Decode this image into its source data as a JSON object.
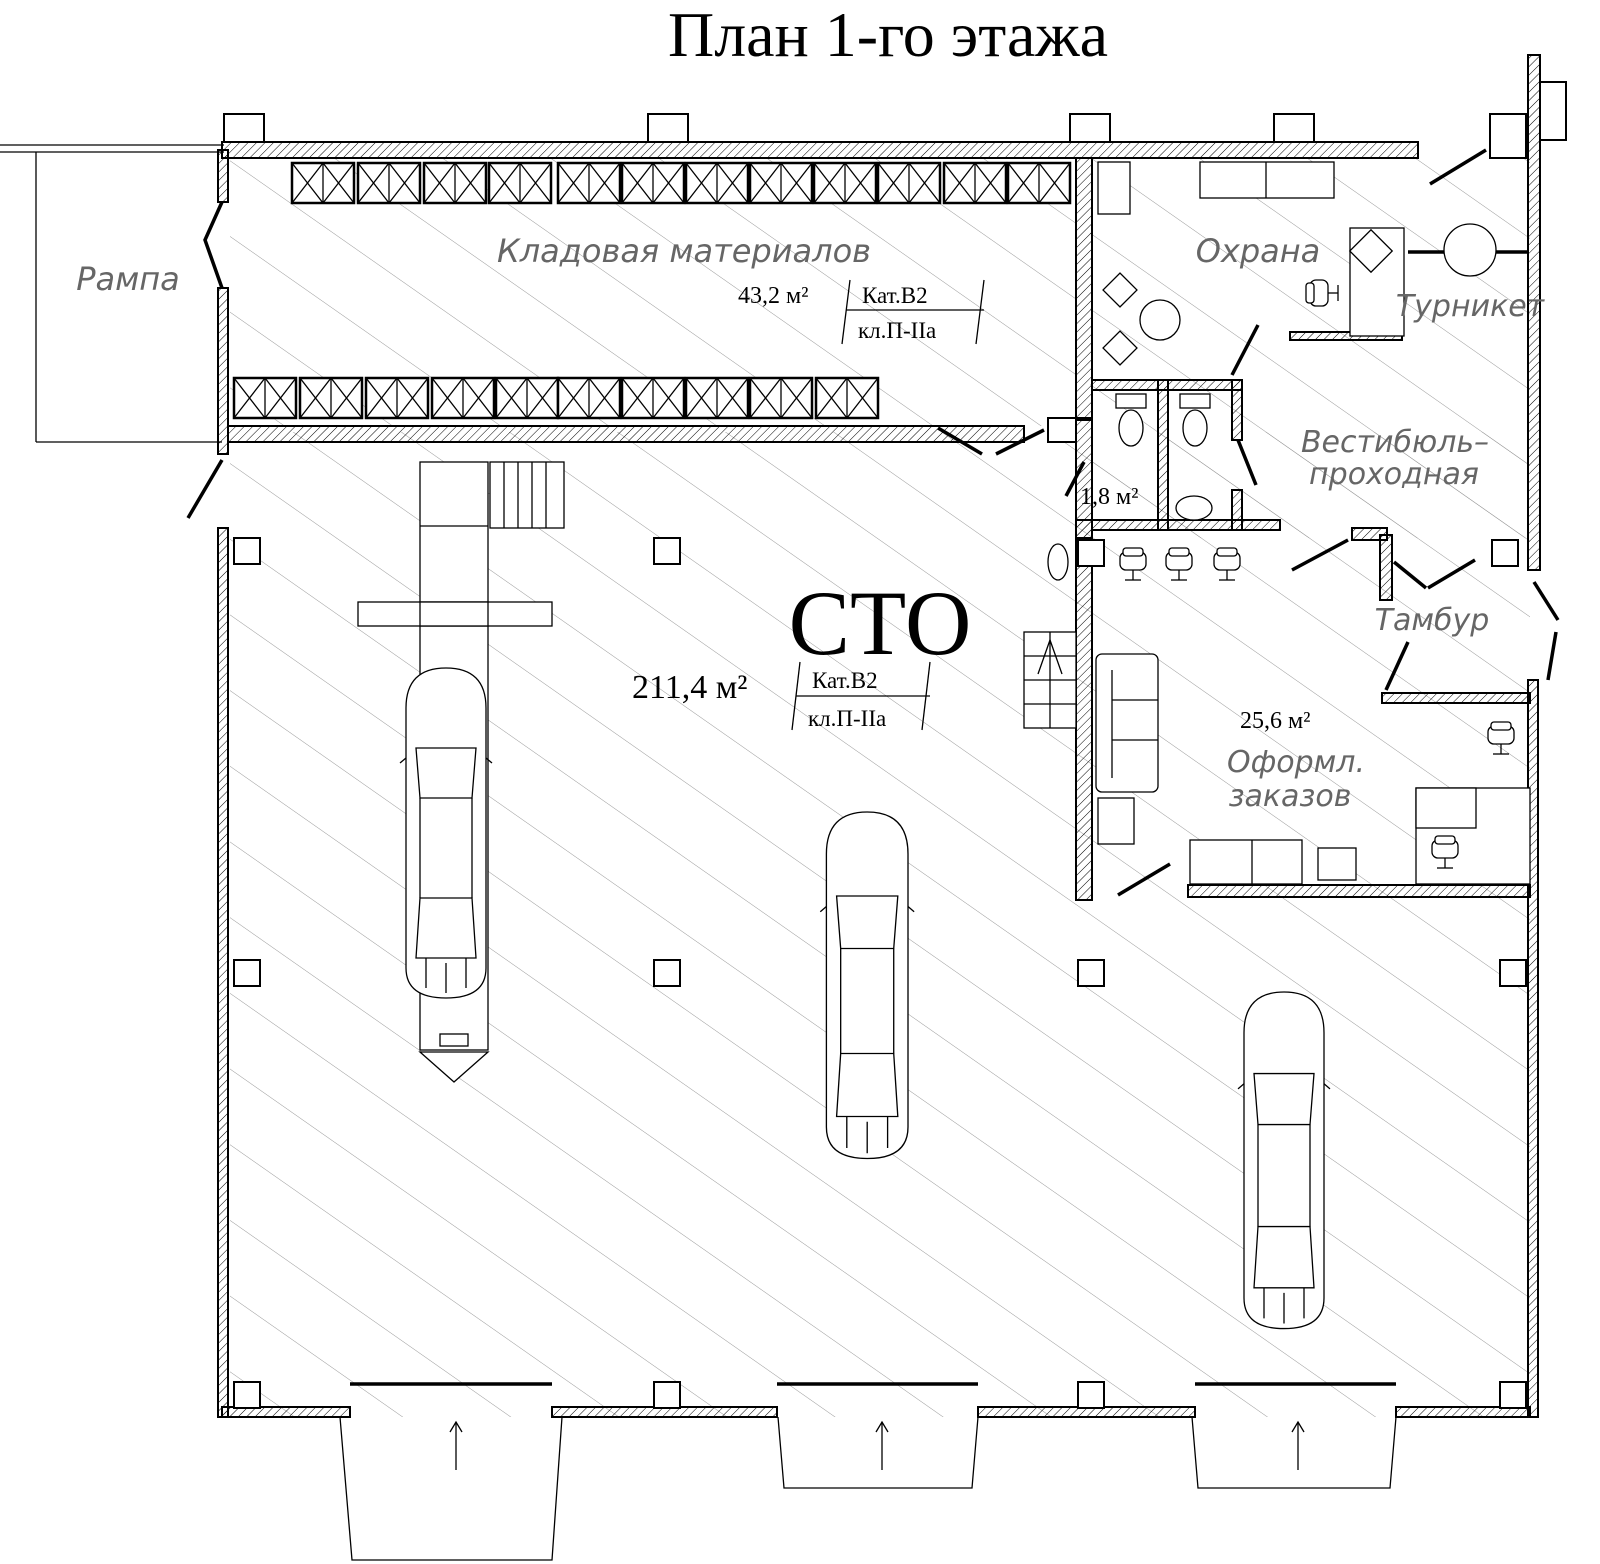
{
  "title": "План 1-го этажа",
  "rooms": {
    "storage": {
      "name": "Кладовая материалов",
      "area": "43,2 м²",
      "category": "Кат.В2",
      "fire_class": "кл.П-IIа"
    },
    "ramp": {
      "name": "Рампа"
    },
    "security": {
      "name": "Охрана"
    },
    "turnstile": {
      "name": "Турникет"
    },
    "lobby": {
      "name_line1": "Вестибюль–",
      "name_line2": "проходная"
    },
    "wc": {
      "area": "1,8 м²"
    },
    "vestibule": {
      "name": "Тамбур"
    },
    "service": {
      "name": "СТО",
      "area": "211,4 м²",
      "category": "Кат.В2",
      "fire_class": "кл.П-IIа"
    },
    "orders": {
      "name_line1": "Оформл.",
      "name_line2": "заказов",
      "area": "25,6 м²"
    }
  },
  "colors": {
    "lines": "#000000",
    "hatch": "#9a9a9a",
    "room_labels": "#666666",
    "background": "#ffffff"
  }
}
